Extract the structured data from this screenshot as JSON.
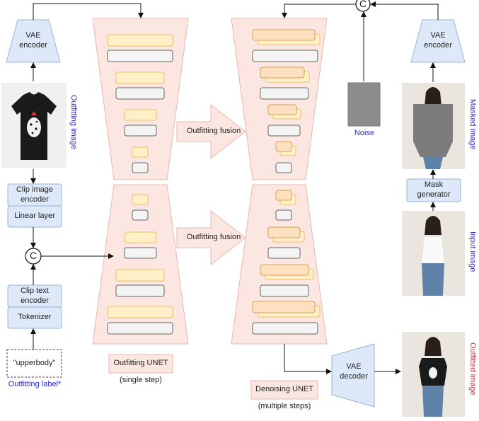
{
  "left_column": {
    "vae_encoder": "VAE\nencoder",
    "outfitting_image": "Outfitting image",
    "clip_image_encoder": "Clip image\nencoder",
    "linear_layer": "Linear layer",
    "concat_symbol": "C",
    "clip_text_encoder": "Clip text\nencoder",
    "tokenizer": "Tokenizer",
    "label_value": "\"upperbody\"",
    "outfitting_label": "Outfitting label*"
  },
  "center": {
    "outfitting_fusion_top": "Outfitting fusion",
    "outfitting_fusion_bottom": "Outfitting fusion",
    "outfitting_unet": "Outfitting UNET",
    "single_step": "(single step)",
    "denoising_unet": "Denoising UNET",
    "multiple_steps": "(multiple steps)",
    "noise": "Noise",
    "vae_decoder": "VAE\ndecoder",
    "concat_symbol": "C"
  },
  "right_column": {
    "vae_encoder": "VAE\nencoder",
    "masked_image": "Masked image",
    "mask_generator": "Mask\ngenerator",
    "input_image": "Input image",
    "outfitted_image": "Outfitted image"
  },
  "colors": {
    "unet_fill": "#fbe6e2",
    "unet_stroke": "#e8b8ae",
    "yellow_block": "#fff0c8",
    "yellow_stroke": "#e8c060",
    "orange_block": "#fde0c0",
    "module_fill": "#dde9f8",
    "module_stroke": "#98b4d8",
    "label_blue": "#2a2ad8",
    "label_red": "#d83030"
  }
}
